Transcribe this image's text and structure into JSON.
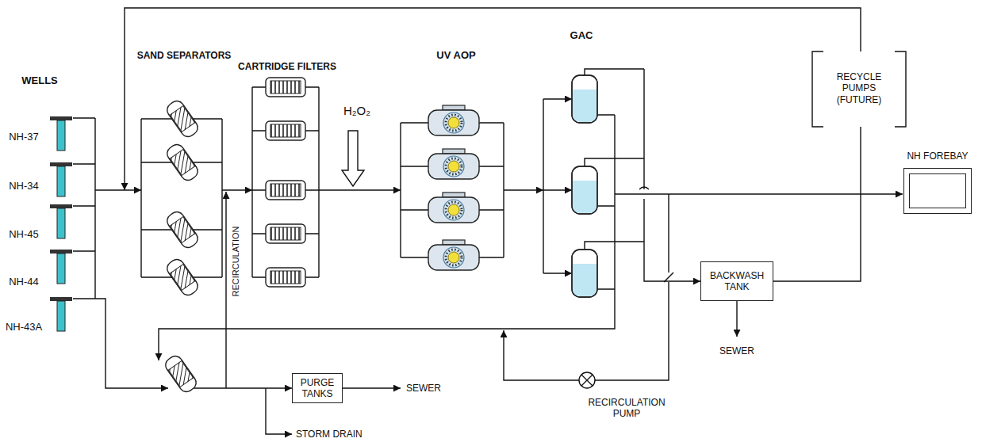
{
  "diagram": {
    "nodes": [
      {
        "text": [
          "PURGE TANKS"
        ]
      },
      {
        "text": [
          "BACKWASH TANK"
        ]
      },
      {
        "text": [
          "NH FOREBAY"
        ]
      }
    ],
    "labels": [
      "WELLS",
      "NH-37",
      "NH-34",
      "NH-45",
      "NH-44",
      "NH-43A",
      "SAND SEPARATORS",
      "CARTRIDGE FILTERS",
      "H₂O₂",
      "UV AOP",
      "GAC",
      "RECYCLE PUMPS (FUTURE)",
      "RECIRCULATION",
      "SEWER",
      "STORM DRAIN",
      "SEWER",
      "RECIRCULATION PUMP"
    ]
  }
}
